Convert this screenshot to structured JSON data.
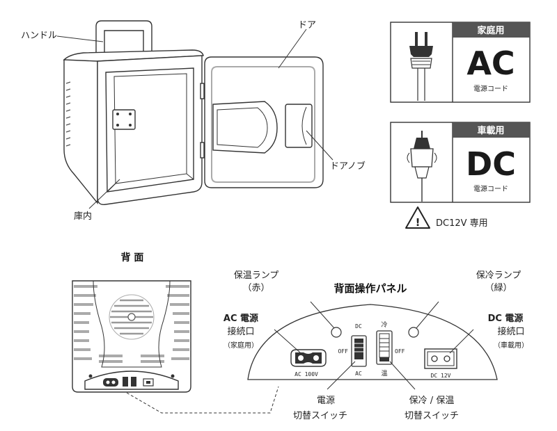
{
  "labels": {
    "handle": "ハンドル",
    "door": "ドア",
    "door_knob": "ドアノブ",
    "interior": "庫内",
    "back": "背 面",
    "panel_title": "背面操作パネル",
    "warm_lamp": "保温ランプ",
    "warm_lamp_color": "（赤）",
    "cool_lamp": "保冷ランプ",
    "cool_lamp_color": "（緑）",
    "ac_conn_1": "AC 電源",
    "ac_conn_2": "接続口",
    "ac_conn_3": "（家庭用）",
    "dc_conn_1": "DC 電源",
    "dc_conn_2": "接続口",
    "dc_conn_3": "（車載用）",
    "power_sw_1": "電源",
    "power_sw_2": "切替スイッチ",
    "mode_sw_1": "保冷 / 保温",
    "mode_sw_2": "切替スイッチ"
  },
  "panel": {
    "dc": "DC",
    "off_left": "OFF",
    "ac": "AC",
    "cold": "冷",
    "off_right": "OFF",
    "warm": "温",
    "ac_rating": "AC 100V",
    "dc_rating": "DC 12V"
  },
  "ac_box": {
    "tag": "家庭用",
    "code": "AC",
    "caption": "電源コード"
  },
  "dc_box": {
    "tag": "車載用",
    "code": "DC",
    "caption": "電源コード"
  },
  "warning": {
    "symbol": "!",
    "text": "DC12V 専用"
  },
  "colors": {
    "tag_bg": "#555555",
    "line": "#333333",
    "vent": "#aaaaaa"
  }
}
